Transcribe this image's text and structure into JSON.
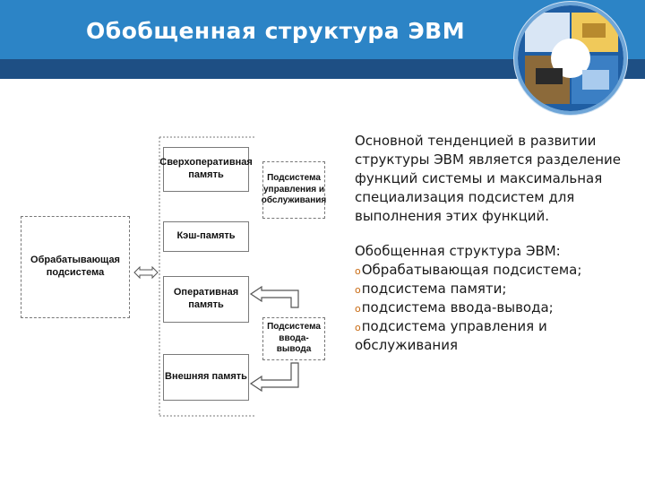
{
  "slide": {
    "title": "Обобщенная структура ЭВМ",
    "colors": {
      "header": "#2c84c6",
      "band": "#1e4f84",
      "bullet": "#c96b13"
    }
  },
  "diagram": {
    "blocks": {
      "processing": "Обрабатывающая подсистема",
      "super_memory": "Сверхоперативная память",
      "cache": "Кэш-память",
      "ram": "Оперативная память",
      "external": "Внешняя память",
      "control": "Подсистема управления и обслуживания",
      "io": "Подсистема ввода-вывода"
    }
  },
  "text": {
    "paragraph": "Основной тенденцией в развитии структуры ЭВМ является разделение функций системы и максимальная специализация подсистем для выполнения этих функций.",
    "list_title": "Обобщенная структура ЭВМ:",
    "bullet_glyph": "o",
    "items": [
      "Обрабатывающая подсистема;",
      "подсистема памяти;",
      "подсистема ввода-вывода;",
      "подсистема управления и обслуживания"
    ]
  },
  "icons": {
    "logo": "computer-badge-icon",
    "connector": "double-arrow-icon"
  }
}
